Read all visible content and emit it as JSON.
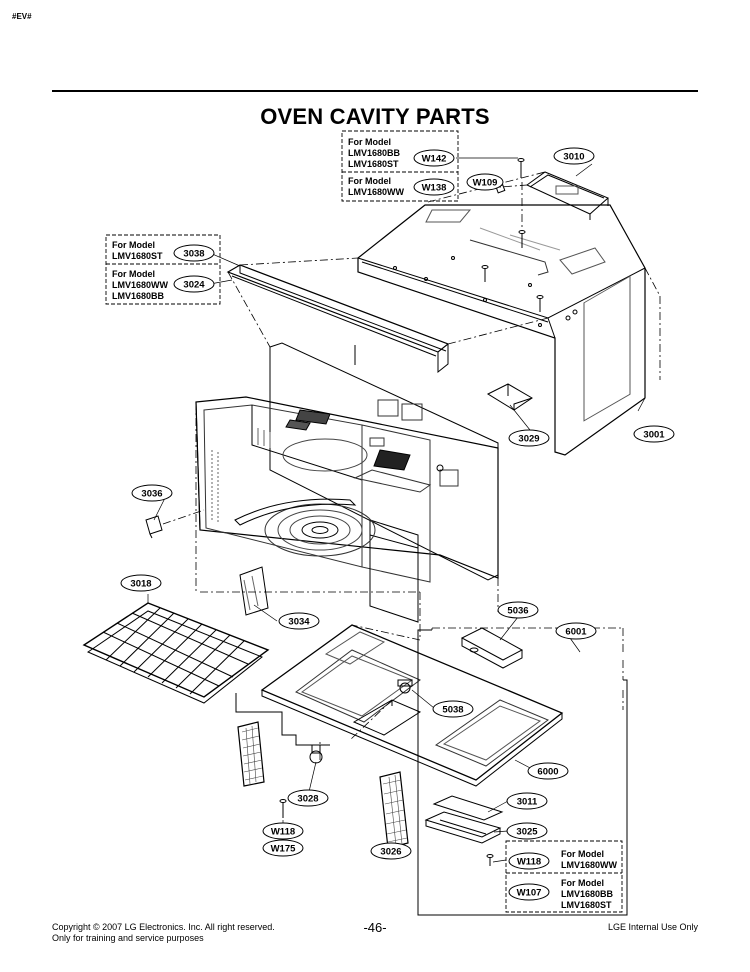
{
  "header": {
    "corner_tag": "#EV#",
    "title": "OVEN CAVITY PARTS"
  },
  "model_boxes": {
    "top": {
      "g1_head": "For Model",
      "g1_l1": "LMV1680BB",
      "g1_l2": "LMV1680ST",
      "g1_part": "W142",
      "g2_head": "For Model",
      "g2_l1": "LMV1680WW",
      "g2_part": "W138"
    },
    "left": {
      "g1_head": "For Model",
      "g1_l1": "LMV1680ST",
      "g1_part": "3038",
      "g2_head": "For Model",
      "g2_l1": "LMV1680WW",
      "g2_l2": "LMV1680BB",
      "g2_part": "3024"
    },
    "bottom": {
      "g1_head": "For Model",
      "g1_l1": "LMV1680WW",
      "g1_part": "W118",
      "g2_head": "For Model",
      "g2_l1": "LMV1680BB",
      "g2_l2": "LMV1680ST",
      "g2_part": "W107"
    }
  },
  "callouts": {
    "c3010": "3010",
    "w109": "W109",
    "c3001": "3001",
    "c3029": "3029",
    "c3036": "3036",
    "c3018": "3018",
    "c3034": "3034",
    "c5036": "5036",
    "c6001": "6001",
    "c5038": "5038",
    "c6000": "6000",
    "c3028": "3028",
    "c3011": "3011",
    "c3025": "3025",
    "c3026": "3026",
    "w118": "W118",
    "w175": "W175"
  },
  "footer": {
    "copyright": "Copyright © 2007 LG Electronics. Inc. All right reserved.",
    "training": "Only for training and service purposes",
    "page_number": "-46-",
    "internal": "LGE Internal Use Only"
  }
}
